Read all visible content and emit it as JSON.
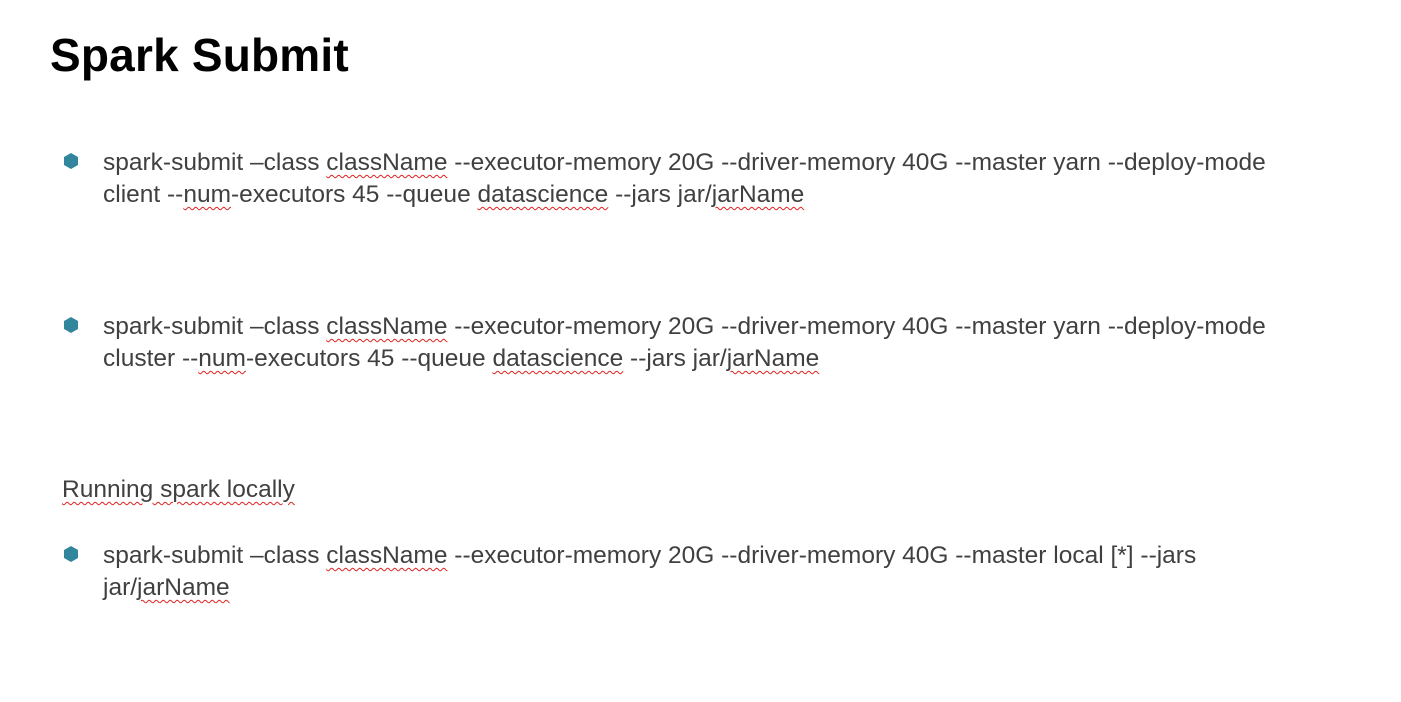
{
  "slide": {
    "title": "Spark Submit",
    "bullet_color": "#31859C",
    "text_color": "#404040",
    "spellcheck_underline_color": "#E02020",
    "bullets": [
      {
        "segments": [
          {
            "text": "spark-submit –class ",
            "flag": false
          },
          {
            "text": "className",
            "flag": true
          },
          {
            "text": "   --executor-memory 20G  --driver-memory 40G  --master yarn  --deploy-mode client   --",
            "flag": false
          },
          {
            "text": "num",
            "flag": true
          },
          {
            "text": "-executors 45 --queue ",
            "flag": false
          },
          {
            "text": "datascience",
            "flag": true
          },
          {
            "text": "  --jars jar/",
            "flag": false
          },
          {
            "text": "jarName",
            "flag": true
          }
        ]
      },
      {
        "segments": [
          {
            "text": "spark-submit –class ",
            "flag": false
          },
          {
            "text": "className",
            "flag": true
          },
          {
            "text": "   --executor-memory 20G  --driver-memory 40G  --master yarn --deploy-mode cluster --",
            "flag": false
          },
          {
            "text": "num",
            "flag": true
          },
          {
            "text": "-executors 45 --queue ",
            "flag": false
          },
          {
            "text": "datascience",
            "flag": true
          },
          {
            "text": "  --jars jar/",
            "flag": false
          },
          {
            "text": "jarName",
            "flag": true
          }
        ]
      },
      {
        "segments": [
          {
            "text": "spark-submit –class ",
            "flag": false
          },
          {
            "text": "className",
            "flag": true
          },
          {
            "text": "   --executor-memory 20G  --driver-memory 40G  --master local [*] --jars jar/",
            "flag": false
          },
          {
            "text": "jarName",
            "flag": true
          }
        ]
      }
    ],
    "section_label": "Running spark locally"
  }
}
